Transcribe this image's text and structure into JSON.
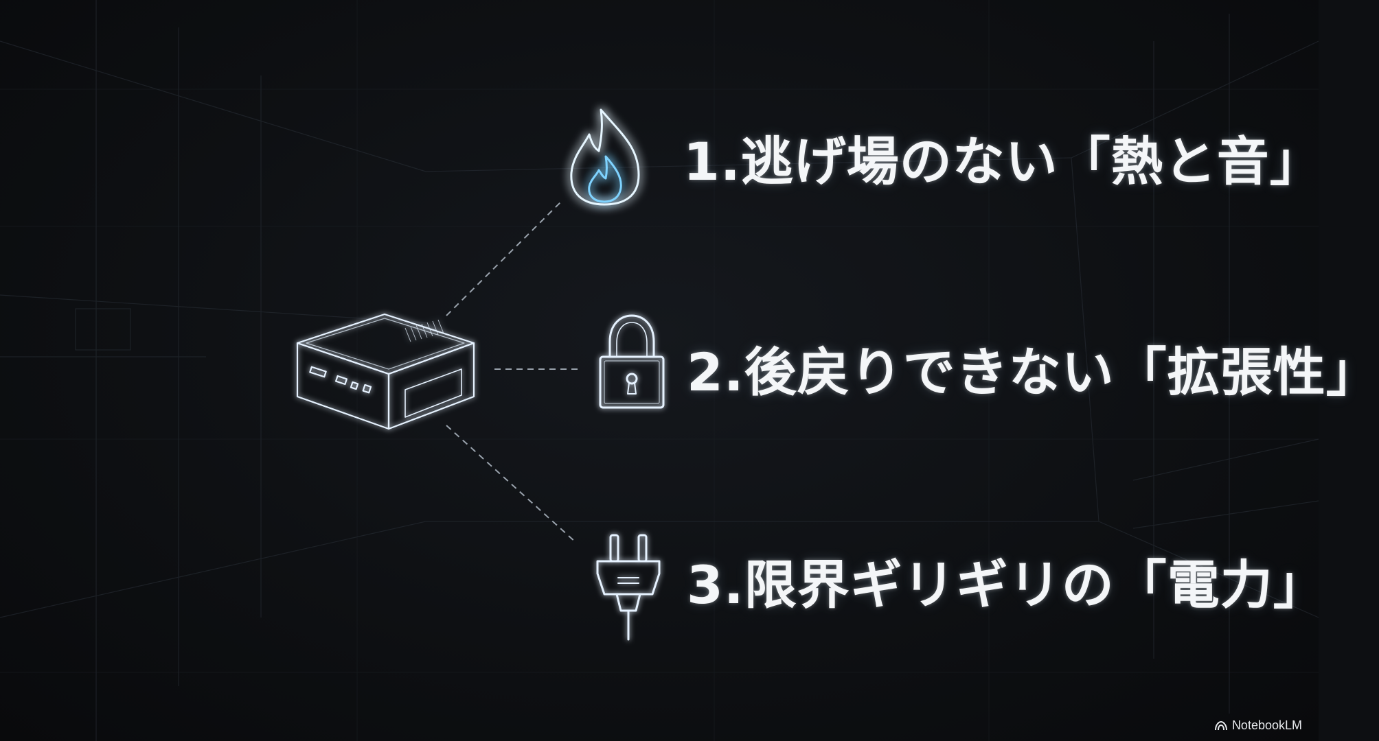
{
  "items": [
    {
      "label": "1.逃げ場のない「熱と音」",
      "icon": "flame-icon"
    },
    {
      "label": "2.後戻りできない「拡張性」",
      "icon": "padlock-icon"
    },
    {
      "label": "3.限界ギリギリの「電力」",
      "icon": "power-plug-icon"
    }
  ],
  "device": {
    "icon": "mini-pc-icon"
  },
  "brand": {
    "label": "NotebookLM",
    "icon": "notebooklm-logo-icon"
  },
  "colors": {
    "background": "#0d0f12",
    "text": "#f4f6f8",
    "line_glow": "#cfe8ff",
    "flame_glow": "#7fd3ff"
  }
}
